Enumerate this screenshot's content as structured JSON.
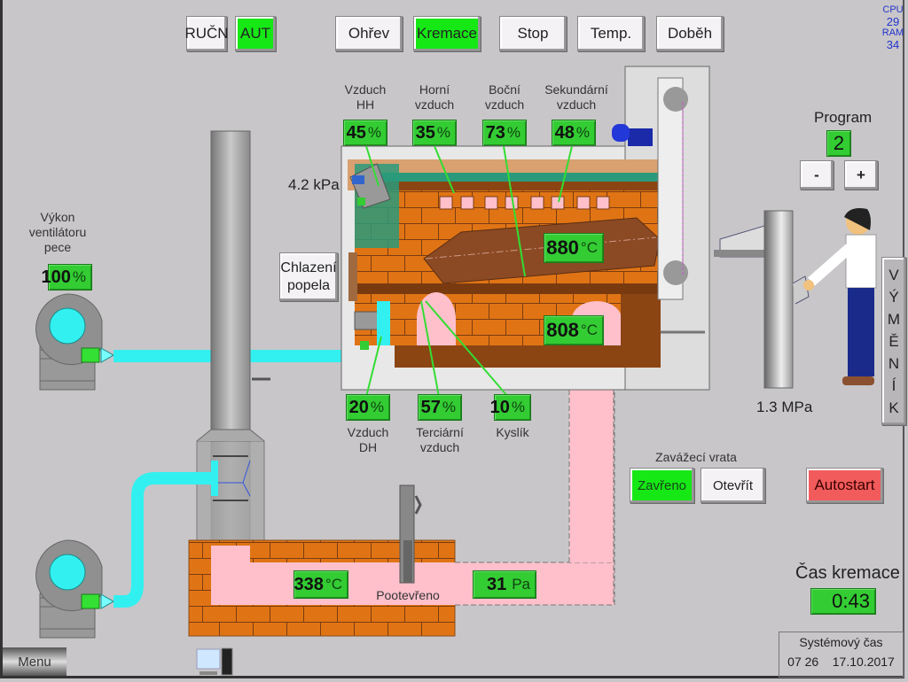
{
  "mode_buttons": [
    {
      "label": "RUČN",
      "active": false
    },
    {
      "label": "AUT",
      "active": true
    }
  ],
  "phase_buttons": [
    {
      "label": "Ohřev",
      "active": false
    },
    {
      "label": "Kremace",
      "active": true
    },
    {
      "label": "Stop",
      "active": false
    },
    {
      "label": "Temp.",
      "active": false
    },
    {
      "label": "Doběh",
      "active": false
    }
  ],
  "system_stats": {
    "cpu_label": "CPU",
    "cpu_value": "29",
    "ram_label": "RAM",
    "ram_value": "34"
  },
  "air_top": [
    {
      "label_1": "Vzduch",
      "label_2": "HH",
      "value": "45",
      "unit": "%"
    },
    {
      "label_1": "Horní",
      "label_2": "vzduch",
      "value": "35",
      "unit": "%"
    },
    {
      "label_1": "Boční",
      "label_2": "vzduch",
      "value": "73",
      "unit": "%"
    },
    {
      "label_1": "Sekundární",
      "label_2": "vzduch",
      "value": "48",
      "unit": "%"
    }
  ],
  "air_bottom": [
    {
      "label_1": "Vzduch",
      "label_2": "DH",
      "value": "20",
      "unit": "%"
    },
    {
      "label_1": "Terciární",
      "label_2": "vzduch",
      "value": "57",
      "unit": "%"
    },
    {
      "label_1": "Kyslík",
      "label_2": "",
      "value": "10",
      "unit": "%"
    }
  ],
  "fan": {
    "label_1": "Výkon",
    "label_2": "ventilátoru",
    "label_3": "pece",
    "value": "100",
    "unit": "%"
  },
  "pressure_furnace": "4.2 kPa",
  "pressure_hydraulic": "1.3 MPa",
  "ash_cooling_button": {
    "line_1": "Chlazení",
    "line_2": "popela"
  },
  "temp_main_chamber": {
    "value": "880",
    "unit": "°C"
  },
  "temp_post_chamber": {
    "value": "808",
    "unit": "°C"
  },
  "temp_flue": {
    "value": "338",
    "unit": "°C"
  },
  "flue_pressure": {
    "value": "31",
    "unit": "Pa"
  },
  "damper_state": "Pootevřeno",
  "program": {
    "label": "Program",
    "value": "2",
    "minus": "-",
    "plus": "+"
  },
  "exchanger_label": [
    "V",
    "Ý",
    "M",
    "Ě",
    "N",
    "Í",
    "K"
  ],
  "loading_door": {
    "label": "Zavážecí vrata",
    "closed": "Zavřeno",
    "open": "Otevřít"
  },
  "autostart": "Autostart",
  "cremation_time": {
    "label": "Čas kremace",
    "value": "0:43"
  },
  "system_time": {
    "label": "Systémový čas",
    "time": "07 26",
    "date": "17.10.2017"
  },
  "menu_label": "Menu"
}
